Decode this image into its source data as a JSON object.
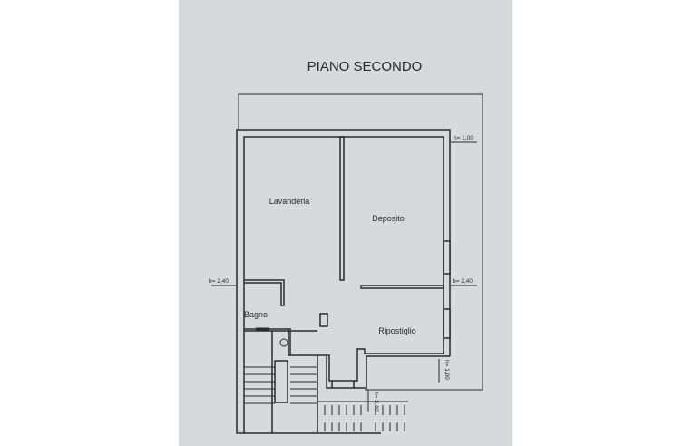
{
  "title": "PIANO SECONDO",
  "rooms": {
    "lavanderia": "Lavanderia",
    "deposito": "Deposito",
    "bagno": "Bagno",
    "ripostiglio": "Ripostiglio"
  },
  "heights": {
    "top_right": "h= 1,00",
    "left": "h= 2,40",
    "right": "h= 2,40",
    "right_vertical": "h= 1,00",
    "stair_vertical": "h= 2,40"
  },
  "colors": {
    "paper": "#d8d9dc",
    "ink": "#2a2a2e"
  }
}
